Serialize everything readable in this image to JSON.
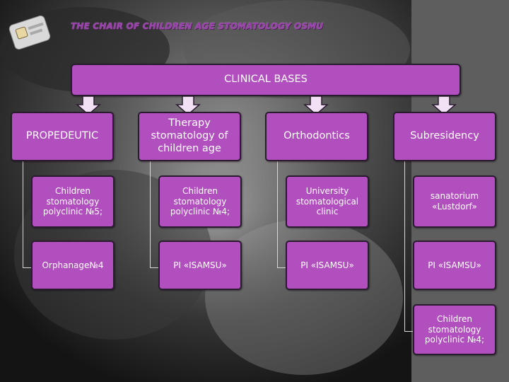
{
  "slide": {
    "title": "THE CHAIR OF CHILDREN AGE STOMATOLOGY OSMU",
    "header": "CLINICAL BASES",
    "columns": [
      {
        "heading": "PROPEDEUTIC",
        "items": [
          "Children stomatology polyclinic №5;",
          "Orphanage№4"
        ]
      },
      {
        "heading": "Therapy stomatology of children age",
        "items": [
          "Children stomatology polyclinic №4;",
          "PI «ISAMSU»"
        ]
      },
      {
        "heading": "Orthodontics",
        "items": [
          "University stomatological clinic",
          "PI «ISAMSU»"
        ]
      },
      {
        "heading": "Subresidency",
        "items": [
          "sanatorium «Lustdorf»",
          "PI «ISAMSU»",
          "Children stomatology polyclinic №4;"
        ]
      }
    ]
  },
  "colors": {
    "box_fill": "#b14fbe",
    "title": "#9a3fae",
    "arrow_fill": "#f2e0f4"
  },
  "icons": {
    "logo": "flag-logo-icon",
    "arrow": "down-arrow-icon"
  }
}
